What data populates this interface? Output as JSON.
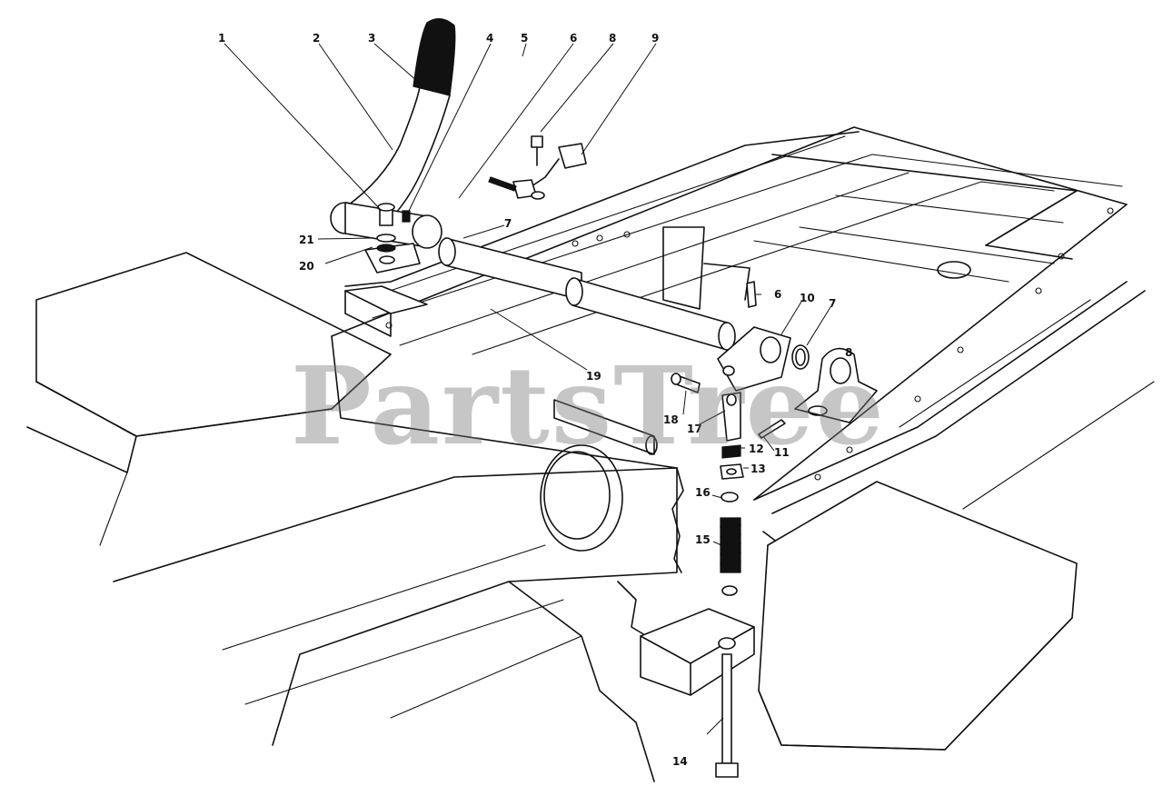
{
  "watermark": "PartsTree",
  "callouts": [
    {
      "id": "c1",
      "label": "1"
    },
    {
      "id": "c2",
      "label": "2"
    },
    {
      "id": "c3",
      "label": "3"
    },
    {
      "id": "c4",
      "label": "4"
    },
    {
      "id": "c5",
      "label": "5"
    },
    {
      "id": "c6a",
      "label": "6"
    },
    {
      "id": "c8a",
      "label": "8"
    },
    {
      "id": "c9",
      "label": "9"
    },
    {
      "id": "c21",
      "label": "21"
    },
    {
      "id": "c20",
      "label": "20"
    },
    {
      "id": "c7a",
      "label": "7"
    },
    {
      "id": "c6b",
      "label": "6"
    },
    {
      "id": "c10",
      "label": "10"
    },
    {
      "id": "c7b",
      "label": "7"
    },
    {
      "id": "c8b",
      "label": "8"
    },
    {
      "id": "c19",
      "label": "19"
    },
    {
      "id": "c18",
      "label": "18"
    },
    {
      "id": "c17",
      "label": "17"
    },
    {
      "id": "c12",
      "label": "12"
    },
    {
      "id": "c11",
      "label": "11"
    },
    {
      "id": "c13",
      "label": "13"
    },
    {
      "id": "c16",
      "label": "16"
    },
    {
      "id": "c15",
      "label": "15"
    },
    {
      "id": "c14",
      "label": "14"
    }
  ]
}
